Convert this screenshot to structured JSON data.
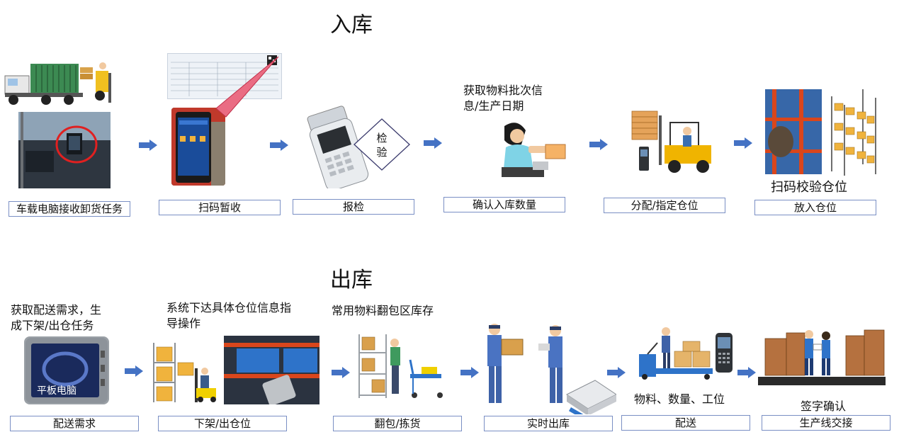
{
  "inbound": {
    "title": "入库",
    "steps": [
      {
        "label": "车载电脑接收卸货任务"
      },
      {
        "label": "扫码暂收"
      },
      {
        "label": "报检"
      },
      {
        "label": "确认入库数量",
        "caption": "获取物料批次信\n息/生产日期"
      },
      {
        "label": "分配/指定仓位"
      },
      {
        "label": "放入仓位",
        "caption": "扫码校验仓位"
      }
    ],
    "inspect_text": "检\n验"
  },
  "outbound": {
    "title": "出库",
    "steps": [
      {
        "label": "配送需求",
        "caption": "获取配送需求，生\n成下架/出仓任务",
        "device_text": "平板电脑"
      },
      {
        "label": "下架/出仓位",
        "caption": "系统下达具体仓位信息指\n导操作"
      },
      {
        "label": "翻包/拣货",
        "caption": "常用物料翻包区库存"
      },
      {
        "label": "实时出库"
      },
      {
        "label": "配送",
        "caption": "物料、数量、工位"
      },
      {
        "label": "生产线交接",
        "caption": "签字确认"
      }
    ]
  },
  "colors": {
    "arrow": "#4472c4",
    "box_border": "#7a8fc4"
  }
}
